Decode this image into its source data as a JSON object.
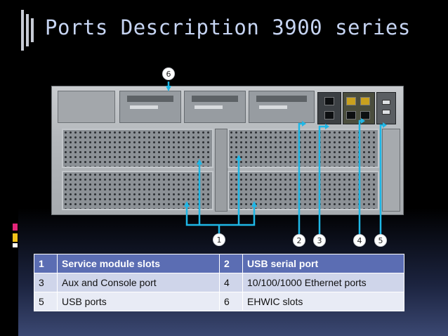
{
  "slide": {
    "title": "Ports Description 3900 series"
  },
  "callouts": [
    "1",
    "2",
    "3",
    "4",
    "5",
    "6"
  ],
  "legend": {
    "header": {
      "n1": "1",
      "l1": "Service module slots",
      "n2": "2",
      "l2": "USB serial port"
    },
    "rows": [
      {
        "n1": "3",
        "l1": "Aux and Console port",
        "n2": "4",
        "l2": "10/100/1000 Ethernet ports"
      },
      {
        "n1": "5",
        "l1": "USB ports",
        "n2": "6",
        "l2": "EHWIC slots"
      }
    ]
  },
  "colors": {
    "title": "#c6d4f2",
    "callout_line": "#1fb7e6",
    "header_row": "#5b6db3",
    "row_odd": "#cfd5ea",
    "row_even": "#e8ebf5"
  }
}
